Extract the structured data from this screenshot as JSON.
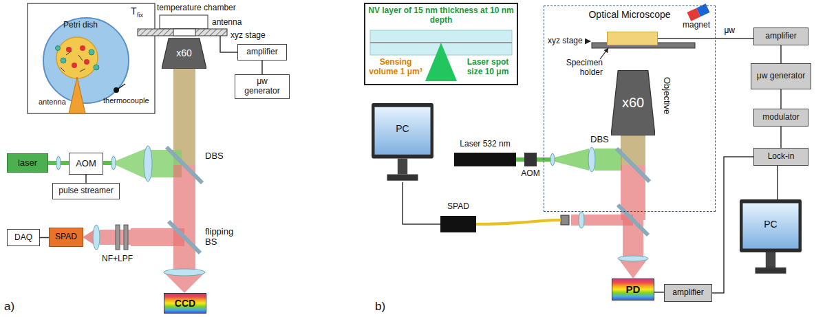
{
  "diagram": {
    "nodes": [
      {
        "text": [
          "x60"
        ]
      },
      {
        "text": [
          "amplifier"
        ]
      },
      {
        "text": [
          "μw generator"
        ]
      },
      {
        "text": [
          "laser"
        ]
      },
      {
        "text": [
          "AOM"
        ]
      },
      {
        "text": [
          "pulse streamer"
        ]
      },
      {
        "text": [
          "DAQ"
        ]
      },
      {
        "text": [
          "SPAD"
        ]
      },
      {
        "text": [
          "CCD"
        ]
      },
      {
        "text": [
          "Optical Microscope"
        ]
      },
      {
        "text": [
          "Specimen holder"
        ],
        "in": 9
      },
      {
        "text": [
          "x60"
        ],
        "in": 9
      },
      {
        "text": [
          "Laser 532 nm"
        ]
      },
      {
        "text": [
          "AOM"
        ]
      },
      {
        "text": [
          "PC"
        ]
      },
      {
        "text": [
          "SPAD"
        ]
      },
      {
        "text": [
          "PD"
        ]
      },
      {
        "text": [
          "amplifier"
        ]
      },
      {
        "text": [
          "amplifier"
        ]
      },
      {
        "text": [
          "μw generator"
        ]
      },
      {
        "text": [
          "modulator"
        ]
      },
      {
        "text": [
          "Lock-in"
        ]
      },
      {
        "text": [
          "PC"
        ]
      }
    ],
    "edges": [
      {
        "from": 1,
        "to": 2,
        "arrow": "none"
      },
      {
        "from": 4,
        "to": 5,
        "arrow": "none"
      },
      {
        "from": 6,
        "to": 7,
        "arrow": "none"
      },
      {
        "from": 10,
        "to": 18,
        "label": "μw",
        "arrow": "none"
      },
      {
        "from": 18,
        "to": 19,
        "arrow": "none"
      },
      {
        "from": 19,
        "to": 20,
        "arrow": "none"
      },
      {
        "from": 20,
        "to": 21,
        "arrow": "none"
      },
      {
        "from": 21,
        "to": 22,
        "arrow": "none"
      },
      {
        "from": 16,
        "to": 17,
        "arrow": "none"
      },
      {
        "from": 17,
        "to": 21,
        "arrow": "none"
      },
      {
        "from": 14,
        "to": 15,
        "arrow": "none"
      }
    ],
    "labels": [
      "a)",
      "Petri dish",
      "T",
      "fix",
      "thermocouple",
      "antenna",
      "temperature chamber",
      "antenna",
      "xyz stage",
      "DBS",
      "flipping BS",
      "NF+LPF",
      "b)",
      "NV layer of 15 nm thickness at 10 nm depth",
      "Sensing volume 1 μm³",
      "Laser spot size 10 μm",
      "magnet",
      "xyz stage",
      "Objective",
      "DBS"
    ]
  }
}
